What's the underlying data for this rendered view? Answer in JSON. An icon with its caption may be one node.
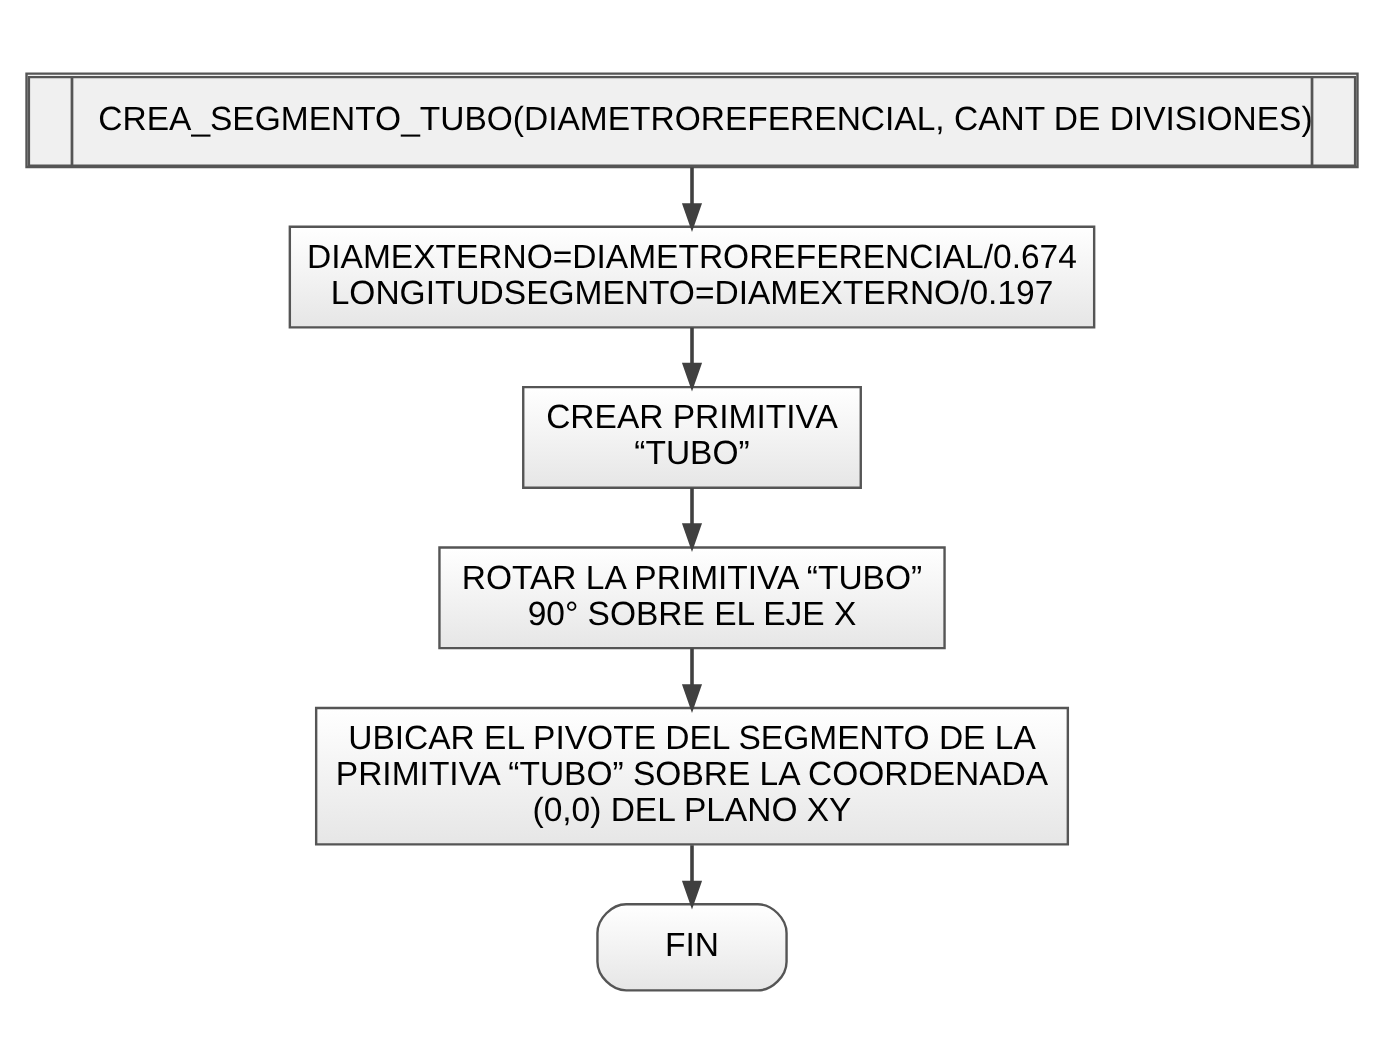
{
  "diagram": {
    "nodes": [
      {
        "text": [
          "CREA_SEGMENTO_TUBO(DIAMETROREFERENCIAL, CANT DE DIVISIONES)"
        ]
      },
      {
        "text": [
          "DIAMEXTERNO=DIAMETROREFERENCIAL/0.674",
          "LONGITUDSEGMENTO=DIAMEXTERNO/0.197"
        ]
      },
      {
        "text": [
          "CREAR PRIMITIVA “TUBO”"
        ]
      },
      {
        "text": [
          "ROTAR LA PRIMITIVA “TUBO” 90° SOBRE EL EJE X"
        ]
      },
      {
        "text": [
          "UBICAR EL PIVOTE DEL SEGMENTO DE LA PRIMITIVA “TUBO” SOBRE LA COORDENADA (0,0) DEL PLANO XY"
        ]
      },
      {
        "text": [
          "FIN"
        ]
      }
    ],
    "edges": [
      {
        "from": 0,
        "to": 1,
        "arrow": "to"
      },
      {
        "from": 1,
        "to": 2,
        "arrow": "to"
      },
      {
        "from": 2,
        "to": 3,
        "arrow": "to"
      },
      {
        "from": 3,
        "to": 4,
        "arrow": "to"
      },
      {
        "from": 4,
        "to": 5,
        "arrow": "to"
      }
    ]
  }
}
